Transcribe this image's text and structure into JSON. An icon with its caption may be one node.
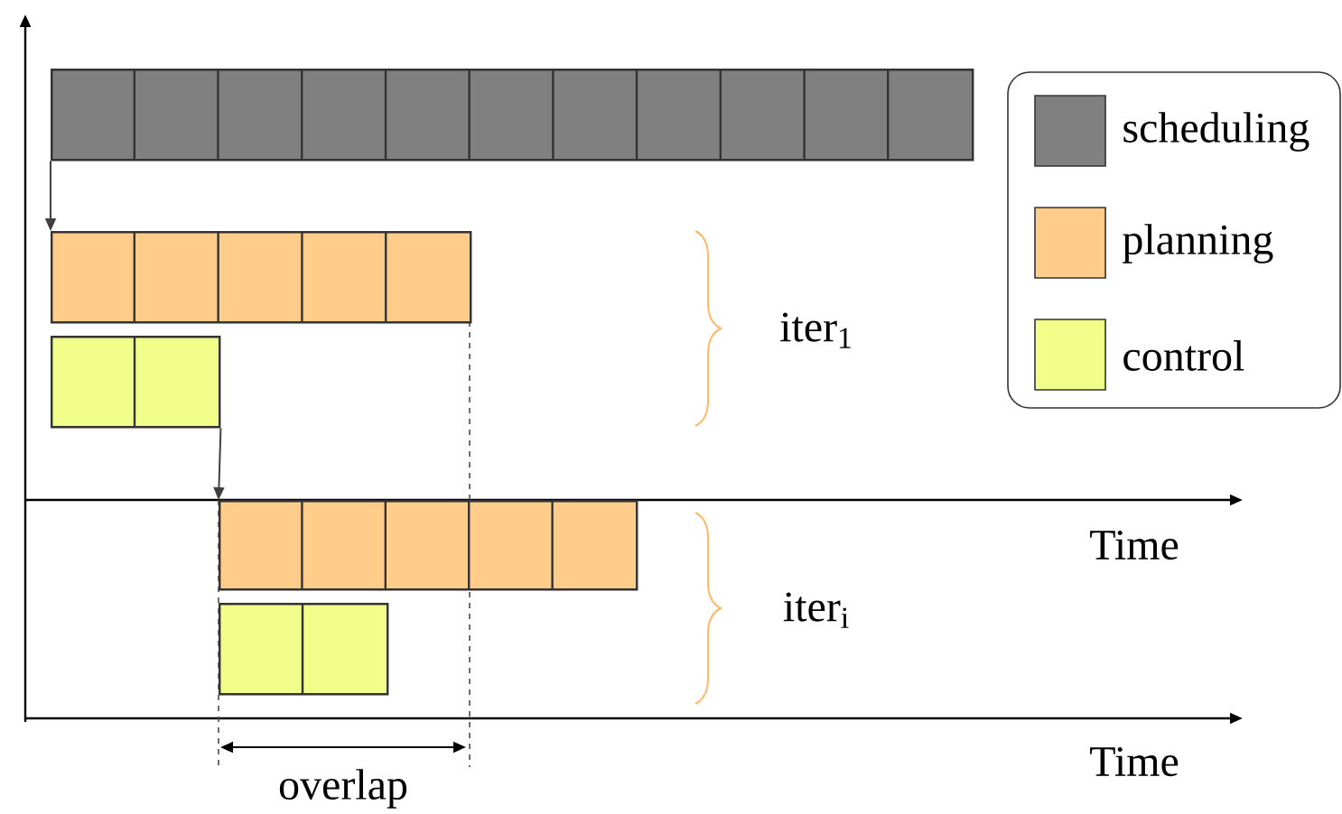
{
  "diagram": {
    "nodes": [
      {
        "text": [],
        "shape": "bar"
      },
      {
        "text": [],
        "shape": "bar"
      },
      {
        "text": [],
        "shape": "bar"
      },
      {
        "text": [],
        "shape": "bar"
      },
      {
        "text": [],
        "shape": "bar"
      }
    ],
    "edges": [
      {
        "from": 0,
        "to": 1,
        "arrow": "to"
      },
      {
        "from": 2,
        "to": 3,
        "arrow": "to"
      }
    ],
    "labels": [
      "iter$_{1}$",
      "Time",
      "iter$_{i}$",
      "Time",
      "overlap"
    ],
    "legend": [
      {
        "text": "scheduling",
        "color": "#808080"
      },
      {
        "text": "planning",
        "color": "#ffcc8a"
      },
      {
        "text": "control",
        "color": "#f2fe8a"
      }
    ]
  }
}
